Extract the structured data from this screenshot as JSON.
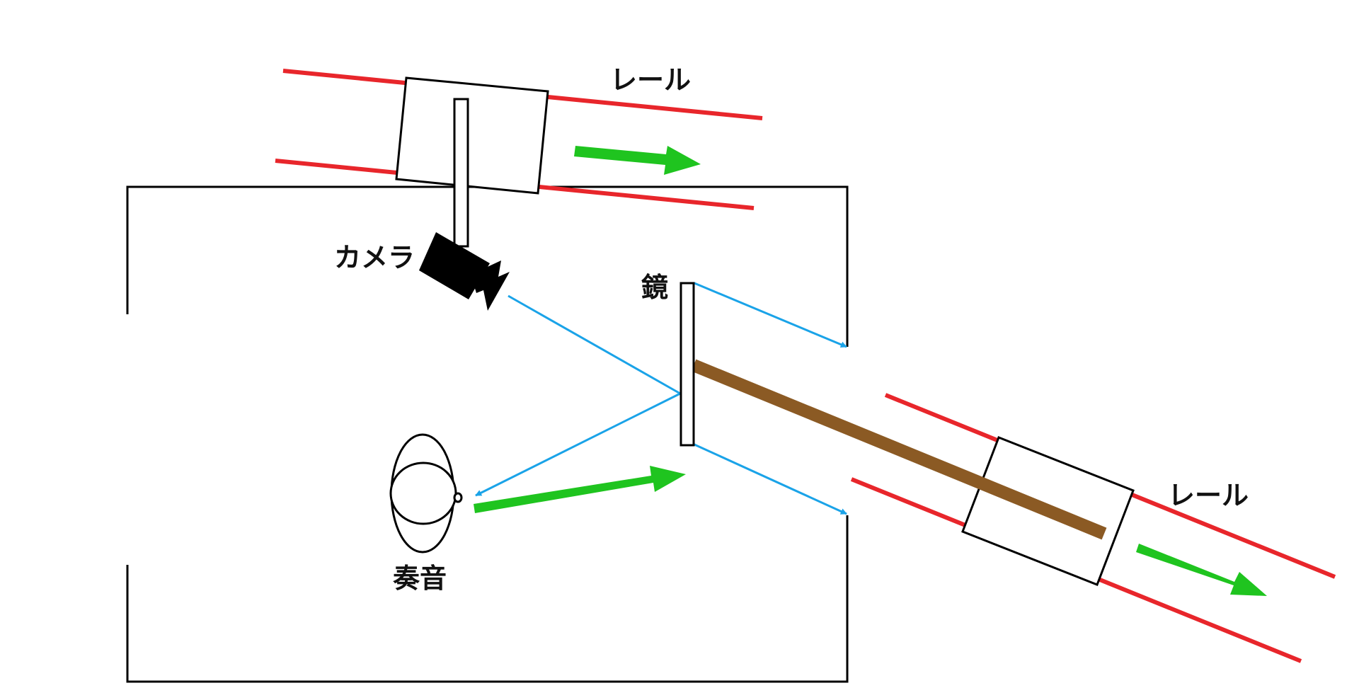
{
  "labels": {
    "rail_top": "レール",
    "rail_right": "レール",
    "camera": "カメラ",
    "mirror": "鏡",
    "performer": "奏音"
  },
  "colors": {
    "rail": "#e8262b",
    "motion_arrow": "#1fc41f",
    "light_ray": "#1aa3e8",
    "mirror_arm": "#8b5a24",
    "outline": "#000000"
  },
  "icons": {
    "camera": "video-camera-icon",
    "performer": "person-top-view-icon"
  }
}
